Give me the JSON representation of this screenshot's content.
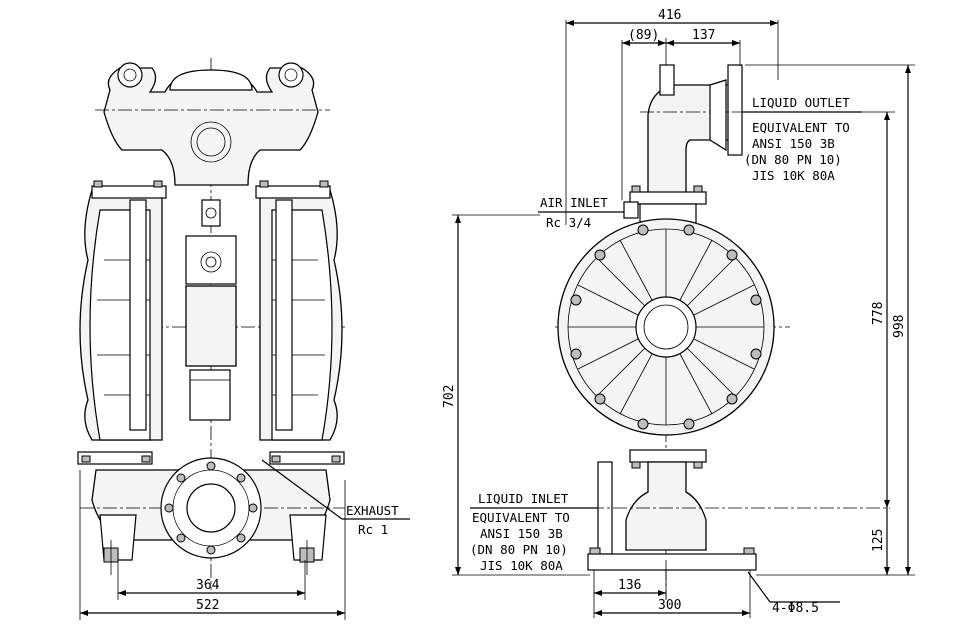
{
  "front_view": {
    "labels": {
      "exhaust": "EXHAUST",
      "exhaust_thread": "Rc 1"
    },
    "dimensions": {
      "bolt_span": "364",
      "overall_width": "522"
    }
  },
  "side_view": {
    "labels": {
      "liquid_outlet": "LIQUID OUTLET",
      "outlet_equiv_1": "EQUIVALENT TO",
      "outlet_equiv_2": "ANSI 150 3B",
      "outlet_equiv_3": "(DN 80 PN 10)",
      "outlet_equiv_4": "JIS 10K 80A",
      "air_inlet": "AIR INLET",
      "air_inlet_thread": "Rc 3/4",
      "liquid_inlet": "LIQUID INLET",
      "inlet_equiv_1": "EQUIVALENT TO",
      "inlet_equiv_2": "ANSI 150 3B",
      "inlet_equiv_3": "(DN 80 PN 10)",
      "inlet_equiv_4": "JIS 10K 80A",
      "mount_holes": "4-Φ8.5"
    },
    "dimensions": {
      "overall_depth": "416",
      "offset_89": "(89)",
      "offset_137": "137",
      "air_inlet_height": "702",
      "outlet_height": "778",
      "overall_height": "998",
      "inlet_height": "125",
      "foot_offset": "136",
      "foot_span": "300"
    }
  }
}
